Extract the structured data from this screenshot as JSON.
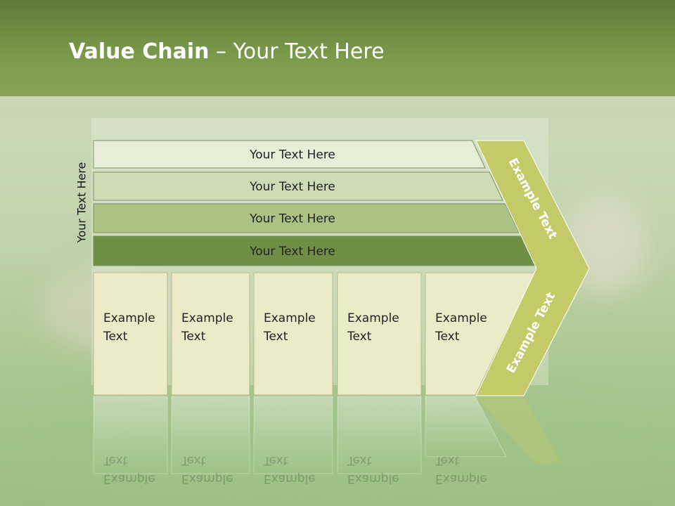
{
  "title": {
    "bold": "Value Chain",
    "rest": " – Your Text Here"
  },
  "side_label": "Your Text Here",
  "bars": [
    {
      "label": "Your Text Here",
      "color": "#e6eed8"
    },
    {
      "label": "Your Text Here",
      "color": "#cddcb4"
    },
    {
      "label": "Your Text Here",
      "color": "#aac283"
    },
    {
      "label": "Your Text Here",
      "color": "#6f8f45"
    }
  ],
  "cells": [
    {
      "line1": "Example",
      "line2": "Text"
    },
    {
      "line1": "Example",
      "line2": "Text"
    },
    {
      "line1": "Example",
      "line2": "Text"
    },
    {
      "line1": "Example",
      "line2": "Text"
    },
    {
      "line1": "Example",
      "line2": "Text"
    }
  ],
  "chevron": {
    "upper_label": "Example Text",
    "lower_label": "Example Text",
    "color": "#c4ca68"
  },
  "colors": {
    "header": "#7b9b4b",
    "cell_fill": "#ecebc8",
    "cell_border": "#b9ba8a"
  }
}
